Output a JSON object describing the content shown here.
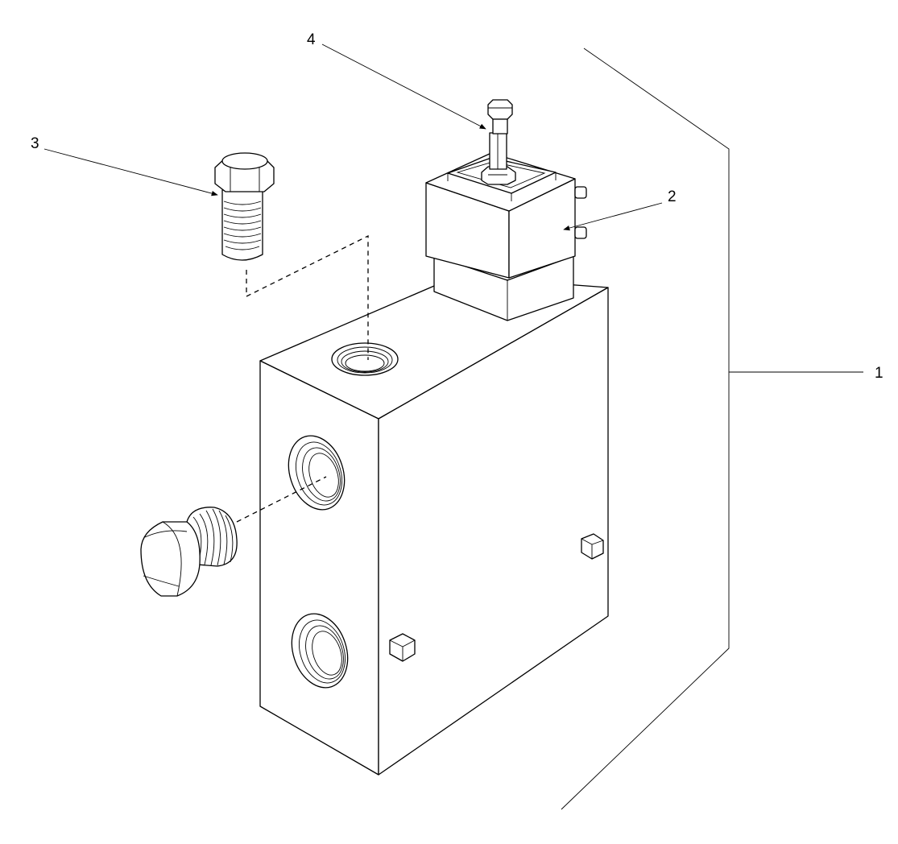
{
  "diagram": {
    "callouts": [
      {
        "id": "1",
        "label": "1"
      },
      {
        "id": "2",
        "label": "2"
      },
      {
        "id": "3",
        "label": "3"
      },
      {
        "id": "4",
        "label": "4"
      }
    ],
    "line_color": "#000000",
    "background": "#ffffff"
  }
}
